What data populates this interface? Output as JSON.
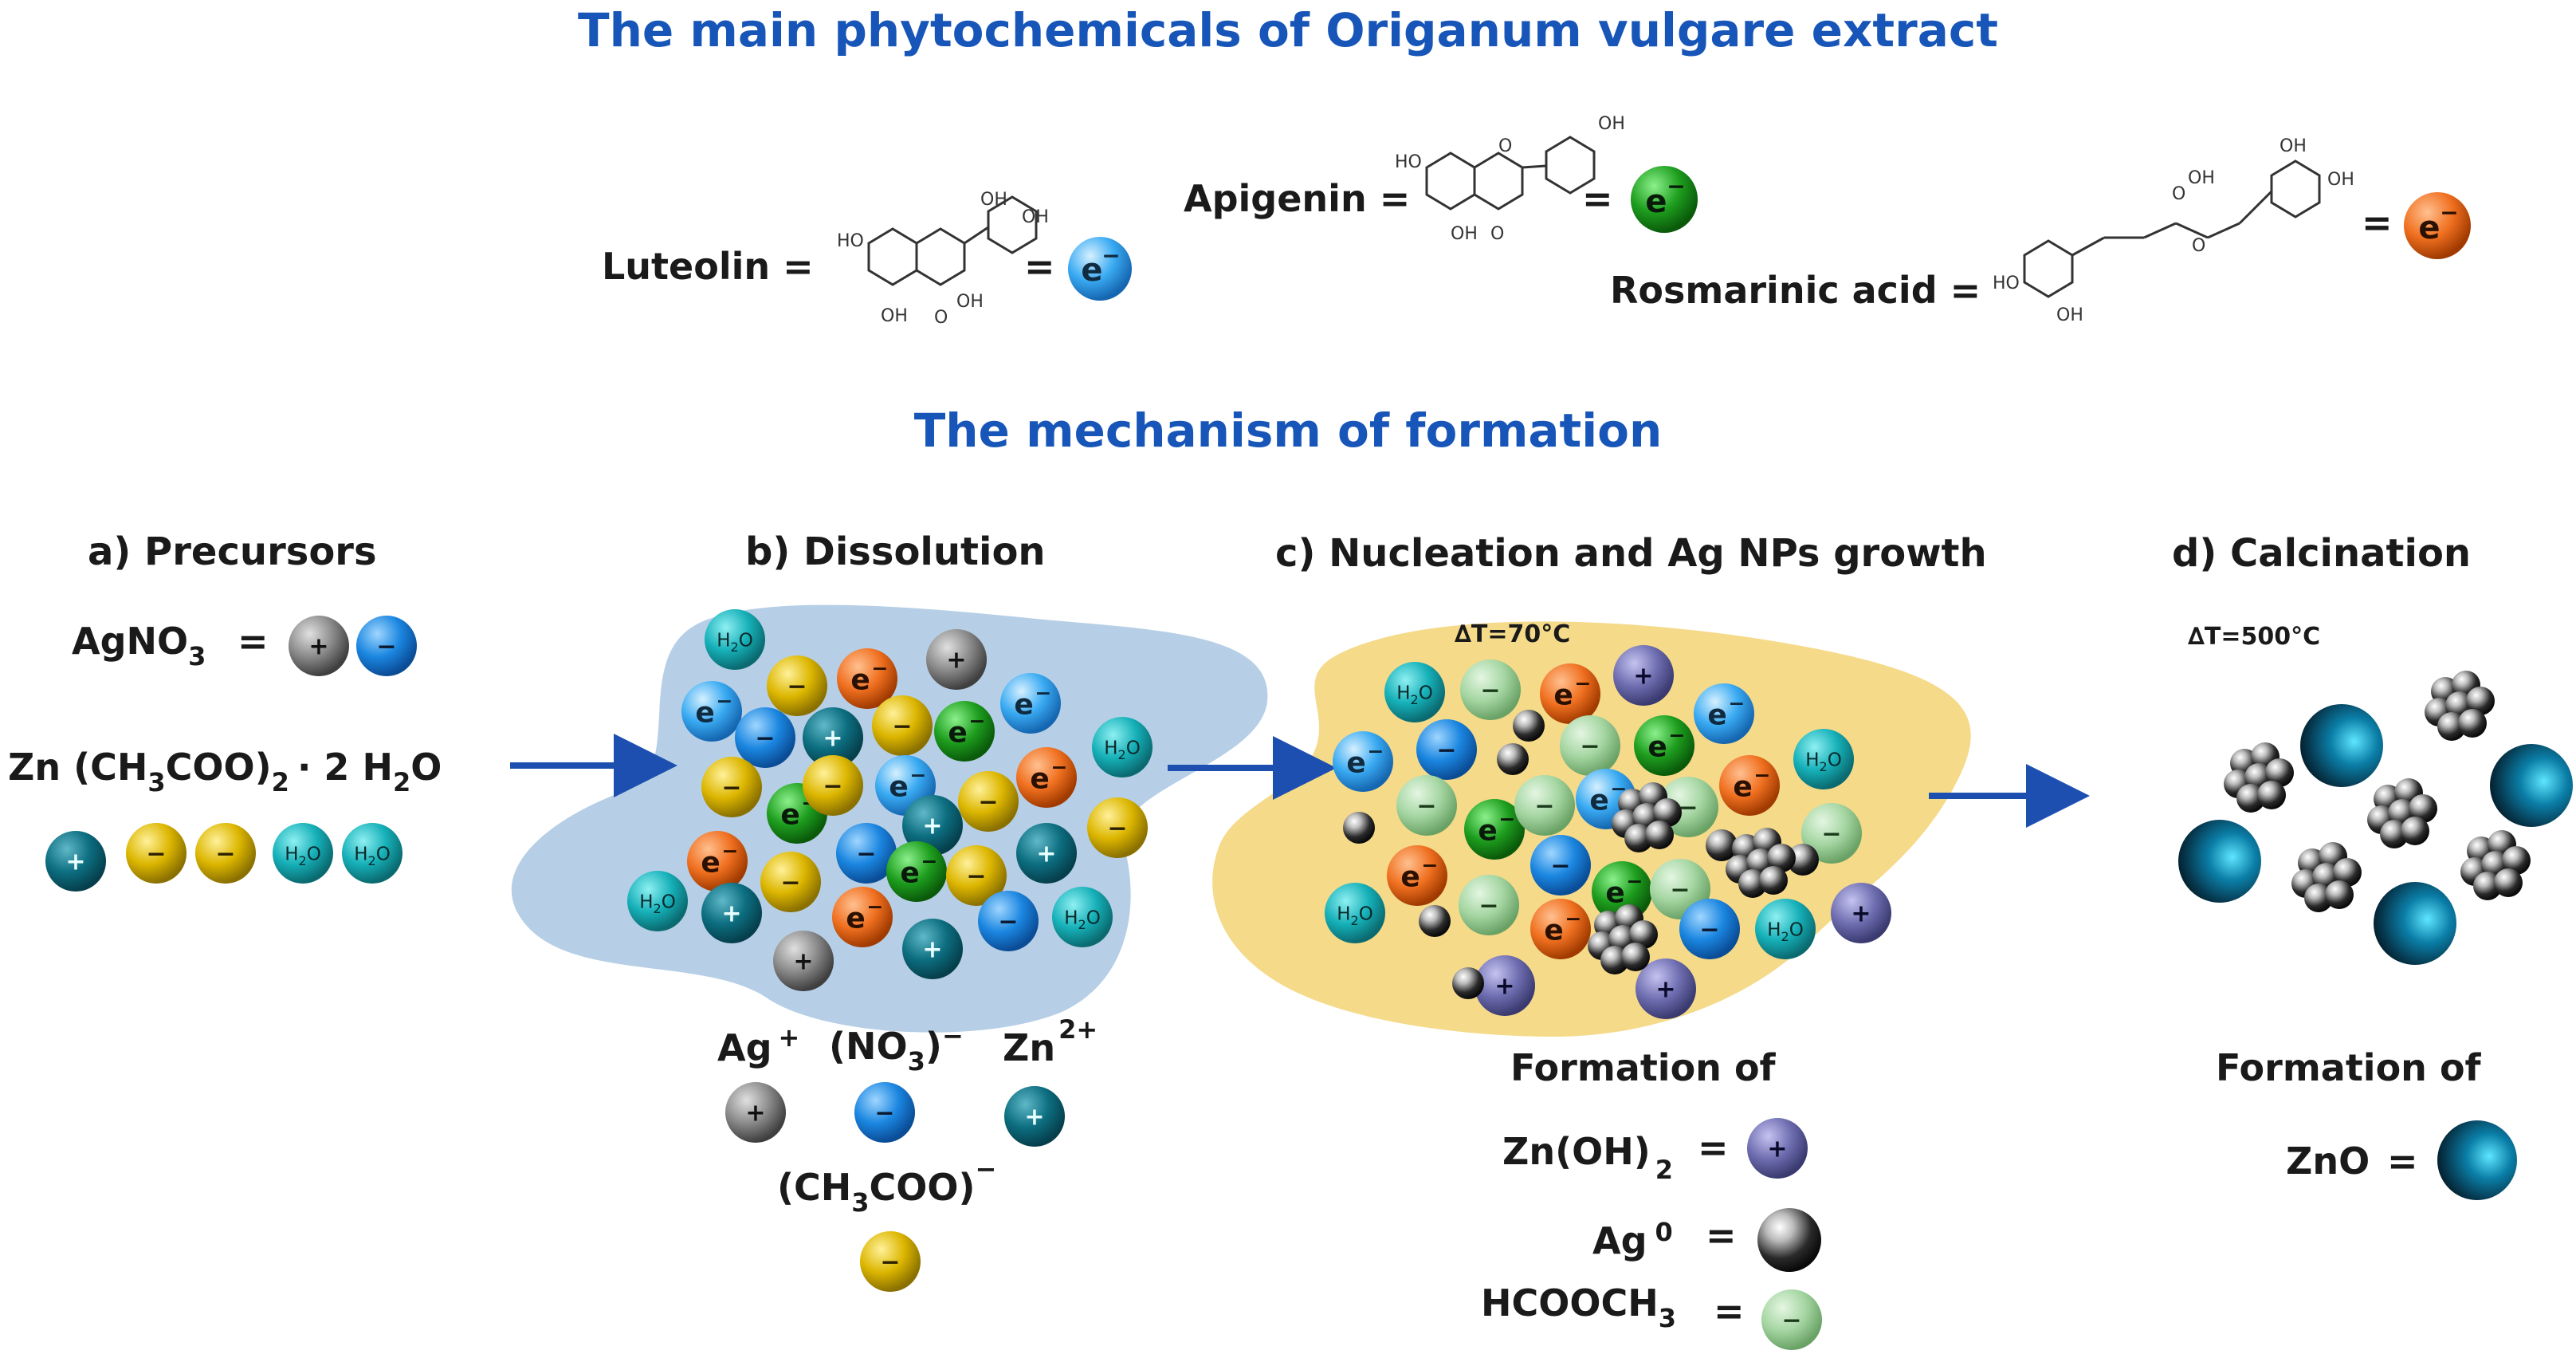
{
  "colors": {
    "heading": "#1756b8",
    "blob_dissolution": "#b3cde6",
    "blob_nucleation": "#f5da8a",
    "arrow": "#1c4fb0",
    "ball_gray": "#7d7d7d",
    "ball_blue_anion": "#1e88e5",
    "ball_zn": "#0b6b7a",
    "ball_acetate": "#d8b400",
    "ball_h2o": "#1bbac1",
    "ball_e_lut": "#29a4f0",
    "ball_e_api": "#1e9e1e",
    "ball_e_ros": "#f07020",
    "ball_znoh2": "#6e6db0",
    "ball_ag0": "#2a2a2a",
    "ball_hcooch3": "#a9d8a6",
    "ball_zno": "#0b6a92"
  },
  "titles": {
    "phyto": "The main phytochemicals of Origanum vulgare extract",
    "mechanism": "The mechanism of formation"
  },
  "compounds": {
    "luteolin": "Luteolin =",
    "apigenin": "Apigenin =",
    "rosmarinic": "Rosmarinic acid =",
    "equals": "=",
    "electron": "e-"
  },
  "sections": {
    "a": "a) Precursors",
    "b": "b) Dissolution",
    "c": "c) Nucleation and Ag NPs growth",
    "d": "d) Calcination"
  },
  "precursors": {
    "agno3_main": "AgNO",
    "agno3_sub": "3",
    "equals": "=",
    "zn_part1": "Zn (CH",
    "zn_sub1": "3",
    "zn_part2": "COO)",
    "zn_sub2": "2",
    "zn_part3": "· 2 H",
    "zn_sub3": "2",
    "zn_part4": "O"
  },
  "ions": {
    "ag_main": "Ag",
    "ag_sup": "+",
    "no3_main": "(NO",
    "no3_sub": "3",
    "no3_close": ")",
    "no3_sup": "−",
    "zn_main": "Zn",
    "zn_sup": "2+",
    "ac_main": "(CH",
    "ac_sub": "3",
    "ac_close": "COO)",
    "ac_sup": "−"
  },
  "conditions": {
    "temp_c": "∆T=70°C",
    "temp_d": "∆T=500°C"
  },
  "formation": {
    "c_title": "Formation of",
    "znoh2_main": "Zn(OH)",
    "znoh2_sub": "2",
    "ag0_main": "Ag",
    "ag0_sup": "0",
    "hcooch3_main": "HCOOCH",
    "hcooch3_sub": "3",
    "equals": "=",
    "d_title": "Formation of",
    "zno": "ZnO"
  },
  "ball_symbols": {
    "plus": "+",
    "minus": "−",
    "electron": "e",
    "electron_sup": "−",
    "water_h": "H",
    "water_sub": "2",
    "water_o": "O"
  }
}
